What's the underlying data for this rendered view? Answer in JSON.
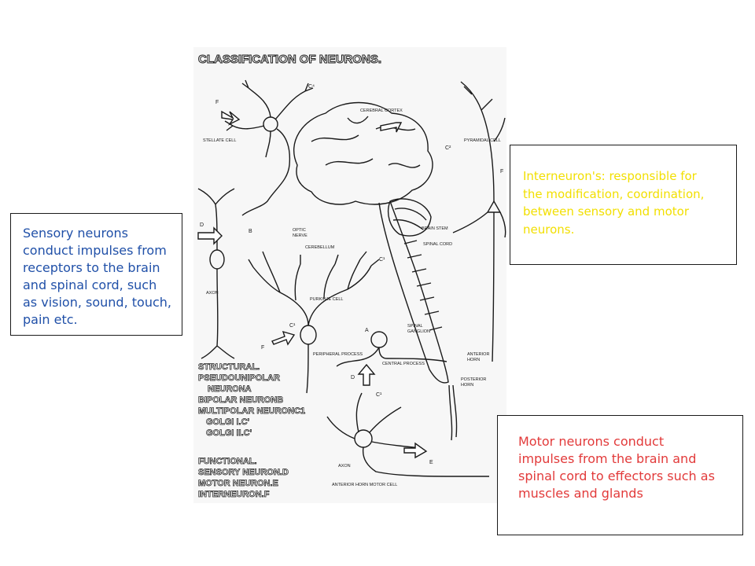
{
  "diagram": {
    "title": "CLASSIFICATION OF NEURONS.",
    "labels": {
      "cerebral_cortex": "CEREBRAL CORTEX",
      "stellate_cell": "STELLATE CELL",
      "pyramidal_cell": "PYRAMIDAL CELL",
      "optic_nerve_1": "OPTIC",
      "optic_nerve_2": "NERVE",
      "brain_stem": "BRAIN STEM",
      "spinal_cord": "SPINAL CORD",
      "cerebellum": "CEREBELLUM",
      "axon": "AXON",
      "purkinje_cell": "PURKINJE CELL",
      "spinal_ganglion_1": "SPINAL",
      "spinal_ganglion_2": "GANGLION",
      "peripheral_process": "PERIPHERAL PROCESS",
      "central_process": "CENTRAL PROCESS",
      "anterior_horn_1": "ANTERIOR",
      "anterior_horn_2": "HORN",
      "posterior_horn_1": "POSTERIOR",
      "posterior_horn_2": "HORN",
      "axon_motor": "AXON",
      "anterior_horn_motor_cell": "ANTERIOR HORN MOTOR CELL"
    },
    "letters": {
      "c4": "C⁴",
      "f1": "F",
      "c2": "C²",
      "f2": "F",
      "d1": "D",
      "b": "B",
      "c1a": "C¹",
      "c1b": "C¹",
      "f3": "F",
      "a": "A",
      "d2": "D",
      "c1c": "C¹",
      "e": "E"
    },
    "legend": {
      "structural": "STRUCTURAL.",
      "pseudounipolar": "PSEUDOUNIPOLAR",
      "pseudounipolar_neuron": "NEURONA",
      "bipolar": "BIPOLAR NEURONB",
      "multipolar": "MULTIPOLAR NEURONC1",
      "golgi_1": "GOLGI I.C'",
      "golgi_2": "GOLGI II.C'",
      "functional": "FUNCTIONAL.",
      "sensory": "SENSORY NEURON.D",
      "motor": "MOTOR NEURON.E",
      "interneuron": "INTERNEURON.F"
    }
  },
  "sensory_box": {
    "lines": [
      "Sensory neurons",
      "conduct impulses from",
      "receptors to the brain",
      "and spinal cord, such",
      "as vision, sound, touch,",
      "pain etc."
    ]
  },
  "interneuron_box": {
    "lines": [
      "Interneuron's: responsible for",
      "the modification, coordination,",
      "between sensory and motor",
      "neurons."
    ]
  },
  "motor_box": {
    "lines": [
      "Motor neurons conduct",
      "impulses from the brain and",
      "spinal cord to effectors such as",
      "muscles and glands"
    ]
  },
  "colors": {
    "sensory_text": "#2050a8",
    "interneuron_text": "#f2df00",
    "motor_text": "#e23a3a",
    "line_art": "#1a1a1a"
  }
}
